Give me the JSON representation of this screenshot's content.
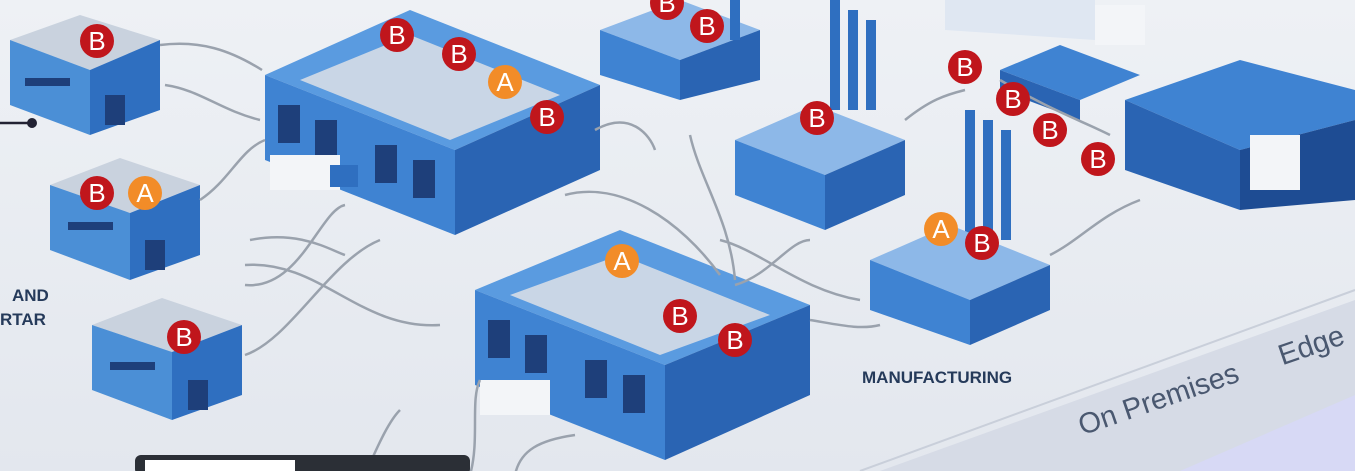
{
  "labels": {
    "store_line1": "AND",
    "store_line2": "RTAR",
    "manufacturing": "MANUFACTURING",
    "on_premises": "On Premises",
    "edge": "Edge"
  },
  "markers": {
    "a_label": "A",
    "b_label": "B"
  },
  "colors": {
    "marker_b": "#c0161c",
    "marker_a": "#f28c28",
    "building_blue": "#2f6fc0",
    "roof_blue": "#3e86d8",
    "connector_gray": "#9aa2ad"
  }
}
